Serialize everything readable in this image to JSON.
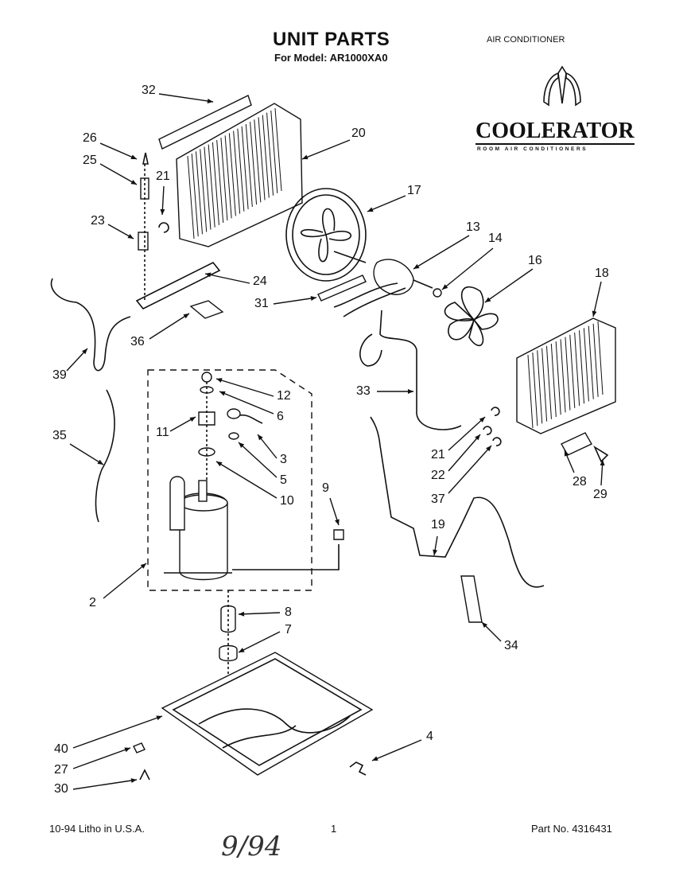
{
  "header": {
    "title": "UNIT PARTS",
    "model_line": "For Model: AR1000XA0",
    "product": "AIR CONDITIONER"
  },
  "logo": {
    "brand": "COOLERATOR",
    "tagline": "ROOM AIR CONDITIONERS"
  },
  "callouts": [
    "32",
    "26",
    "25",
    "21",
    "23",
    "20",
    "17",
    "13",
    "14",
    "16",
    "18",
    "24",
    "31",
    "36",
    "39",
    "12",
    "6",
    "11",
    "35",
    "3",
    "5",
    "10",
    "9",
    "2",
    "33",
    "21",
    "22",
    "37",
    "28",
    "29",
    "19",
    "34",
    "8",
    "7",
    "4",
    "40",
    "27",
    "30"
  ],
  "footer": {
    "printed": "10-94  Litho in U.S.A.",
    "page": "1",
    "part_no": "Part No. 4316431"
  },
  "handwritten_note": "9/94"
}
